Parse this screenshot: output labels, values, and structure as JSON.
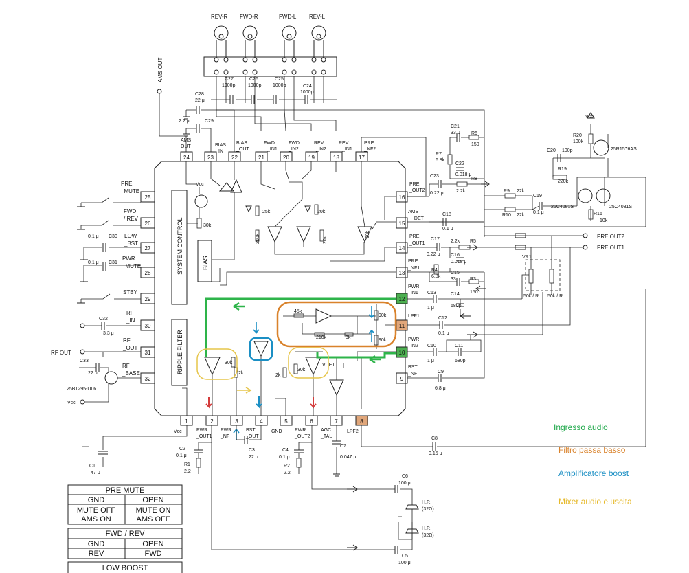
{
  "connectors": [
    "REV-R",
    "FWD-R",
    "FWD-L",
    "REV-L"
  ],
  "ams_out": "AMS OUT",
  "top_caps": [
    {
      "name": "C27",
      "value": "1000p"
    },
    {
      "name": "C26",
      "value": "1000p"
    },
    {
      "name": "C25",
      "value": "1000p"
    },
    {
      "name": "C24",
      "value": "1000p"
    }
  ],
  "c28": {
    "name": "C28",
    "value": "22 μ"
  },
  "c29": {
    "name": "C29",
    "value": "2.2 μ"
  },
  "pins_top": [
    {
      "num": "24",
      "label1": "AMS",
      "label2": "OUT"
    },
    {
      "num": "23",
      "label1": "BIAS",
      "label2": "IN"
    },
    {
      "num": "22",
      "label1": "BIAS",
      "label2": "_OUT"
    },
    {
      "num": "21",
      "label1": "FWD",
      "label2": "_IN1"
    },
    {
      "num": "20",
      "label1": "FWD",
      "label2": "_IN2"
    },
    {
      "num": "19",
      "label1": "REV",
      "label2": "_IN2"
    },
    {
      "num": "18",
      "label1": "REV",
      "label2": "_IN1"
    },
    {
      "num": "17",
      "label1": "PRE",
      "label2": "_NF2"
    }
  ],
  "pins_left": [
    {
      "num": "25",
      "label1": "PRE",
      "label2": "_MUTE"
    },
    {
      "num": "26",
      "label1": "FWD",
      "label2": "/ REV"
    },
    {
      "num": "27",
      "label1": "LOW",
      "label2": "_BST"
    },
    {
      "num": "28",
      "label1": "PWR",
      "label2": "_MUTE"
    },
    {
      "num": "29",
      "label1": "STBY",
      "label2": ""
    },
    {
      "num": "30",
      "label1": "RF",
      "label2": "_IN"
    },
    {
      "num": "31",
      "label1": "RF",
      "label2": "_OUT"
    },
    {
      "num": "32",
      "label1": "RF",
      "label2": "_BASE"
    }
  ],
  "pins_right": [
    {
      "num": "16",
      "label1": "PRE",
      "label2": "_OUT2"
    },
    {
      "num": "15",
      "label1": "AMS",
      "label2": "_DET"
    },
    {
      "num": "14",
      "label1": "PRE",
      "label2": "_OUT1"
    },
    {
      "num": "13",
      "label1": "PRE",
      "label2": "_NF1"
    },
    {
      "num": "12",
      "label1": "PWR",
      "label2": "_IN1"
    },
    {
      "num": "11",
      "label1": "LPF1",
      "label2": ""
    },
    {
      "num": "10",
      "label1": "PWR",
      "label2": "_IN2"
    },
    {
      "num": "9",
      "label1": "BST",
      "label2": "_NF"
    }
  ],
  "pins_bottom": [
    {
      "num": "1",
      "label1": "Vcc",
      "label2": ""
    },
    {
      "num": "2",
      "label1": "PWR",
      "label2": "_OUT1"
    },
    {
      "num": "3",
      "label1": "PWR",
      "label2": "_NF"
    },
    {
      "num": "4",
      "label1": "BST",
      "label2": "_OUT"
    },
    {
      "num": "5",
      "label1": "GND",
      "label2": ""
    },
    {
      "num": "6",
      "label1": "PWR",
      "label2": "_OUT2"
    },
    {
      "num": "7",
      "label1": "AGC",
      "label2": "_TAU"
    },
    {
      "num": "8",
      "label1": "LPF2",
      "label2": ""
    }
  ],
  "internal": {
    "system_control": "SYSTEM CONTROL",
    "bias": "BIAS",
    "ripple_filter": "RIPPLE FILTER",
    "vdet": "VDET",
    "vcc": "Vcc",
    "r_25k": "25k",
    "r_200k": "200k",
    "r_30k": "30k",
    "r_2k": "2k",
    "r_45k": "45k",
    "r_210k": "210k",
    "r_3k": "3k",
    "r_90k_a": "90k",
    "r_90k_b": "90k",
    "r_30k_a": "30k",
    "r_30k_b": "30k",
    "r_2k_b": "2k",
    "r_2k_c": "2k",
    "r_20k_a": "20k",
    "r_20k_b": "20k",
    "r_50k": "50k"
  },
  "right_parts": {
    "c21": "C21",
    "c21_v": "33 μ",
    "r6": "R6",
    "r6_v": "150",
    "r7": "R7",
    "r7_v": "6.8k",
    "c22": "C22",
    "c22_v": "0.018 μ",
    "c23": "C23",
    "c23_v": "0.22 μ",
    "r8": "R8",
    "r8_v": "2.2k",
    "r9": "R9",
    "r9_v": "22k",
    "r10": "R10",
    "r10_v": "22k",
    "c19": "C19",
    "c19_v": "0.1 μ",
    "c18": "C18",
    "c18_v": "0.1 μ",
    "c17": "C17",
    "c17_v": "0.22 μ",
    "r5": "R5",
    "r5_v": "2.2k",
    "c16": "C16",
    "c16_v": "0.018 μ",
    "r4": "R4",
    "r4_v": "6.8k",
    "c15": "C15",
    "c15_v": "33 μ",
    "r3": "R3",
    "r3_v": "150",
    "c13": "C13",
    "c13_v": "1 μ",
    "c14": "C14",
    "c14_v": "680p",
    "c12": "C12",
    "c12_v": "0.1 μ",
    "c10": "C10",
    "c10_v": "1 μ",
    "c11": "C11",
    "c11_v": "680p",
    "c9": "C9",
    "c9_v": "6.8 μ",
    "c8": "C8",
    "c8_v": "0.15 μ",
    "vcc": "Vcc",
    "r20": "R20",
    "r20_v": "100k",
    "q": "25R1576AS",
    "c20": "C20",
    "c20_v": "100p",
    "r19": "R19",
    "r19_v": "220k",
    "q2": "25C4081S",
    "q3": "25C4081S",
    "r16": "R16",
    "r16_v": "10k",
    "vr1": "VR1",
    "vr_a": "50k / R",
    "vr_b": "50k / R",
    "pre_out2": "PRE OUT2",
    "pre_out1": "PRE OUT1"
  },
  "left_parts": {
    "c30": "C30",
    "c30_v": "0.1 μ",
    "c31": "C31",
    "c31_v": "0.1 μ",
    "c32": "C32",
    "c32_v": "3.3 μ",
    "c33": "C33",
    "c33_v": "22 μ",
    "rf_out": "RF OUT",
    "q1": "25B1295-UL6",
    "vcc": "Vcc",
    "c1": "C1",
    "c1_v": "47 μ"
  },
  "bottom_parts": {
    "c2": "C2",
    "c2_v": "0.1 μ",
    "r1": "R1",
    "r1_v": "2.2",
    "c3": "C3",
    "c3_v": "22 μ",
    "c4": "C4",
    "c4_v": "0.1 μ",
    "r2": "R2",
    "r2_v": "2.2",
    "c7": "C7",
    "c7_v": "0.047 μ",
    "c6": "C6",
    "c6_v": "100 μ",
    "c5": "C5",
    "c5_v": "100 μ",
    "hp1": "H.P.",
    "hp1_v": "(32Ω)",
    "hp2": "H.P.",
    "hp2_v": "(32Ω)"
  },
  "tables": {
    "pre_mute": {
      "title": "PRE MUTE",
      "col1": "GND",
      "col2": "OPEN",
      "r1c1": "MUTE OFF",
      "r1c2": "MUTE ON",
      "r2c1": "AMS ON",
      "r2c2": "AMS OFF"
    },
    "fwd_rev": {
      "title": "FWD / REV",
      "col1": "GND",
      "col2": "OPEN",
      "r1c1": "REV",
      "r1c2": "FWD"
    },
    "low_boost": {
      "title": "LOW BOOST"
    }
  },
  "legend": [
    {
      "text": "Ingresso audio",
      "color": "#1fa84a"
    },
    {
      "text": "Filtro passa basso",
      "color": "#d9822b"
    },
    {
      "text": "Amplificatore  boost",
      "color": "#1b8fc4"
    },
    {
      "text": "Mixer audio  e uscita",
      "color": "#e6b92a"
    }
  ]
}
